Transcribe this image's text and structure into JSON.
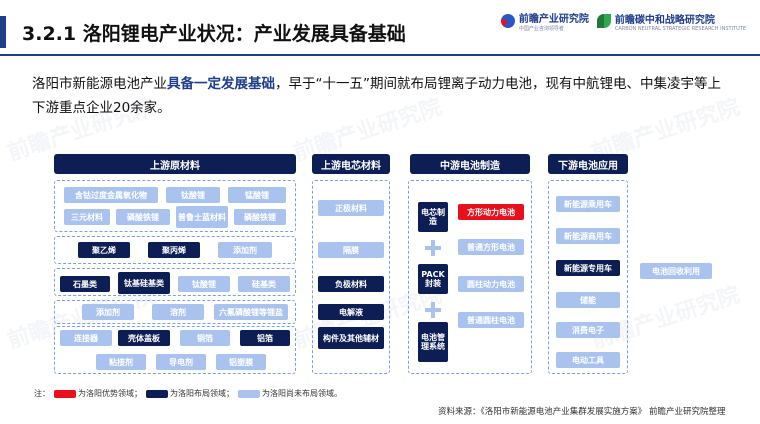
{
  "header": {
    "title": "3.2.1 洛阳锂电产业状况：产业发展具备基础",
    "logo1": "前瞻产业研究院",
    "logo1_sub": "中国产业咨询领导者",
    "logo2": "前瞻碳中和战略研究院",
    "logo2_sub": "CARBON NEUTRAL STRATEGIC RESEARCH INSTITUTE"
  },
  "watermark": "前瞻产业研究院",
  "intro": {
    "part1": "洛阳市新能源电池产业",
    "highlight": "具备一定发展基础",
    "part2": "，早于“十一五”期间就布局锂离子动力电池，现有中航锂电、中集凌宇等上下游重点企业20余家。"
  },
  "columns": {
    "upstream": "上游原材料",
    "cell_materials": "上游电芯材料",
    "midstream": "中游电池制造",
    "downstream": "下游电池应用"
  },
  "upstream": {
    "row1": [
      "含钴过度金属氧化物",
      "钛酸锂",
      "锰酸锂"
    ],
    "row2": [
      "三元材料",
      "磷酸铁锂",
      "普鲁士蓝材料",
      "磷酸铁锂"
    ],
    "row3": [
      "聚乙烯",
      "聚丙烯",
      "添加剂"
    ],
    "row4": [
      "石墨类",
      "钛基硅基类",
      "钛酸锂",
      "硅基类"
    ],
    "row5": [
      "添加剂",
      "溶剂",
      "六氟磷酸锂等锂盐"
    ],
    "row6": [
      "连接器",
      "壳体盖板",
      "铜箔",
      "铝箔"
    ],
    "row7": [
      "粘接剂",
      "导电剂",
      "铝塑膜"
    ]
  },
  "cell_materials": [
    "正极材料",
    "隔膜",
    "负极材料",
    "电解液",
    "构件及其他辅材"
  ],
  "midstream": {
    "cell": "电芯制造",
    "pack": "PACK封装",
    "bms": "电池管理系统",
    "cell_types": [
      "方形动力电池",
      "普通方形电池",
      "圆柱动力电池",
      "普通圆柱电池"
    ]
  },
  "downstream": {
    "items": [
      "新能源乘用车",
      "新能源商用车",
      "新能源专用车",
      "储能",
      "消费电子",
      "电动工具"
    ],
    "recycle": "电池回收利用"
  },
  "legend": {
    "prefix": "注：",
    "advantage": "为洛阳优势领域；",
    "laid_out": "为洛阳布局领域；",
    "not_laid_out": "为洛阳尚未布局领域。"
  },
  "colors": {
    "advantage": "#e8101a",
    "laid_out": "#0d1e55",
    "not_laid_out": "#a9c3ee",
    "accent": "#1f3d8a"
  },
  "source": "资料来源：《洛阳市新能源电池产业集群发展实施方案》 前瞻产业研究院整理"
}
